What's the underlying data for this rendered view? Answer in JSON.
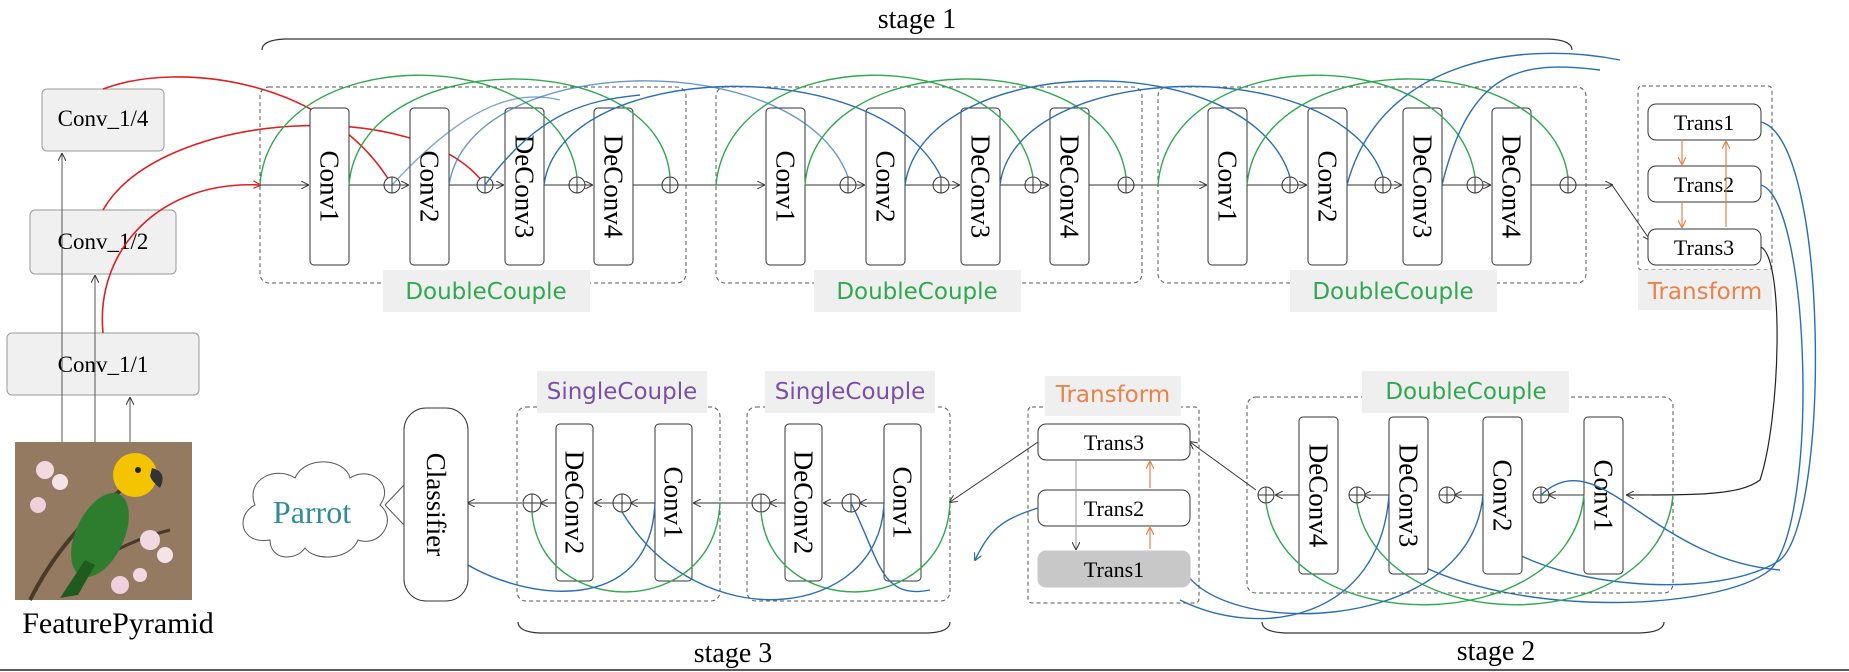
{
  "stages": {
    "s1": "stage 1",
    "s2": "stage 2",
    "s3": "stage 3"
  },
  "pyramid": {
    "title": "FeaturePyramid",
    "levels": [
      "Conv_1/4",
      "Conv_1/2",
      "Conv_1/1"
    ],
    "image_subject": "parrot"
  },
  "modules": {
    "double": "DoubleCouple",
    "single": "SingleCouple",
    "transform": "Transform"
  },
  "layers": {
    "conv1": "Conv1",
    "conv2": "Conv2",
    "deconv3": "DeConv3",
    "deconv4": "DeConv4",
    "deconv2": "DeConv2",
    "trans1": "Trans1",
    "trans2": "Trans2",
    "trans3": "Trans3"
  },
  "classifier": "Classifier",
  "output": "Parrot",
  "colors": {
    "green": "#2fa84f",
    "blue": "#2a6db5",
    "red": "#e02020",
    "orange": "#e8834a",
    "purple": "#7b4fa6",
    "teal": "#2e8b9a",
    "box_fill": "#f0f0f0",
    "label_bg": "#efefef",
    "trans1_fill": "#c8c8c8"
  }
}
